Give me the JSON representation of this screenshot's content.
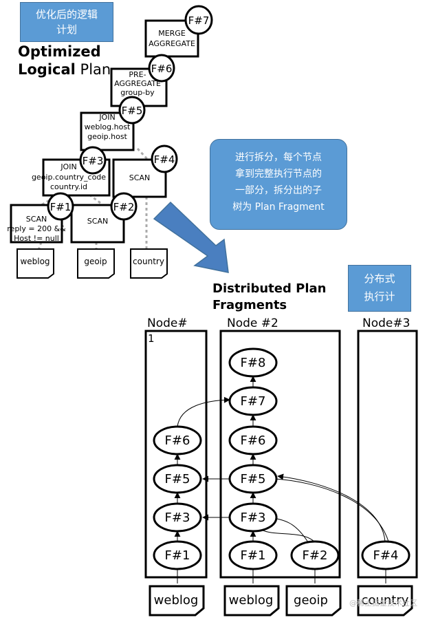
{
  "notes": {
    "optimized_cn": "优化后的逻辑\n计划",
    "split_cn": "进行拆分，每个节点\n拿到完整执行节点的\n一部分，拆分出的子\n树为 Plan Fragment",
    "distributed_cn": "分布式\n执行计"
  },
  "logical_plan": {
    "title_line1": "Optimized",
    "title_line2_bold": "Logical",
    "title_line2_plain": " Plan",
    "merge_aggregate": [
      "MERGE",
      "AGGREGATE"
    ],
    "pre_aggregate": [
      "PRE-",
      "AGGREGATE",
      "group-by"
    ],
    "join_top": [
      "JOIN",
      "weblog.host",
      "geoip.host"
    ],
    "join_bottom": [
      "JOIN",
      "geoip.country_code",
      "country.id"
    ],
    "scan_right": "SCAN",
    "scan_left": [
      "SCAN",
      "reply = 200 &&",
      "Host != null"
    ],
    "scan_mid": "SCAN",
    "fragments": {
      "f7": "F#7",
      "f6": "F#6",
      "f5": "F#5",
      "f3": "F#3",
      "f4": "F#4",
      "f1": "F#1",
      "f2": "F#2"
    },
    "tables": {
      "weblog": "weblog",
      "geoip": "geoip",
      "country": "country"
    }
  },
  "distributed_plan": {
    "title_line1": "Distributed Plan",
    "title_line2": "Fragments",
    "node1": {
      "label_line1": "Node#",
      "label_line2": "1",
      "fragments": [
        "F#6",
        "F#5",
        "F#3",
        "F#1"
      ],
      "table": "weblog"
    },
    "node2": {
      "label": "Node #2",
      "fragments": [
        "F#8",
        "F#7",
        "F#6",
        "F#5",
        "F#3",
        "F#1",
        "F#2"
      ],
      "tables": [
        "weblog",
        "geoip"
      ]
    },
    "node3": {
      "label": "Node#3",
      "fragments": [
        "F#4"
      ],
      "table": "country"
    }
  },
  "watermark": "@稀土掘金技术社区",
  "colors": {
    "note_fill": "#5b9bd5",
    "note_border": "#41719c",
    "arrow_fill": "#4a7fc0"
  }
}
